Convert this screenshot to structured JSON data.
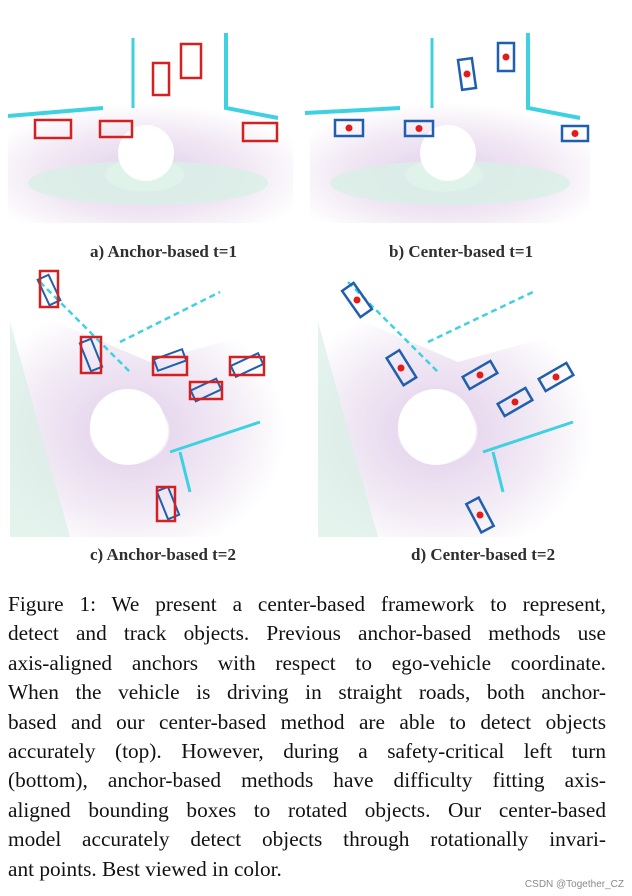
{
  "panels": {
    "a": {
      "label": "a) Anchor-based t=1",
      "box_color": "#d42020"
    },
    "b": {
      "label": "b) Center-based t=1",
      "box_color": "#1f5fae"
    },
    "c": {
      "label": "c) Anchor-based t=2",
      "box_color": "#d42020"
    },
    "d": {
      "label": "d) Center-based t=2",
      "box_color": "#1f5fae"
    }
  },
  "center_dot_color": "#e21b1b",
  "caption_lines": [
    "Figure 1: We present a center-based framework to represent,",
    "detect and track objects. Previous anchor-based methods use",
    "axis-aligned anchors with respect to ego-vehicle coordinate.",
    "When the vehicle is driving in straight roads, both anchor-",
    "based and our center-based method are able to detect objects",
    "accurately (top). However, during a safety-critical left turn",
    "(bottom), anchor-based methods have difficulty fitting axis-",
    "aligned bounding boxes to rotated objects. Our center-based",
    "model accurately detect objects through rotationally invari-",
    "ant points. Best viewed in color."
  ],
  "watermark": "CSDN @Together_CZ"
}
